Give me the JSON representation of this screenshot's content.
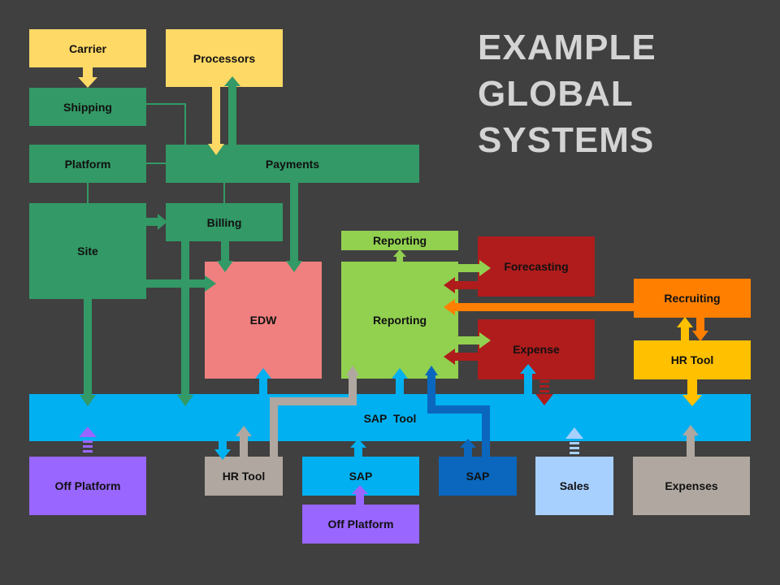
{
  "title": [
    "EXAMPLE",
    "GLOBAL",
    "SYSTEMS"
  ],
  "boxes": {
    "carrier": "Carrier",
    "processors": "Processors",
    "shipping": "Shipping",
    "platform": "Platform",
    "payments": "Payments",
    "site": "Site",
    "billing": "Billing",
    "edw": "EDW",
    "reporting_top": "Reporting",
    "reporting_main": "Reporting",
    "forecasting": "Forecasting",
    "expense": "Expense",
    "recruiting": "Recruiting",
    "hr_tool_right": "HR Tool",
    "sap_tool": "SAP  Tool",
    "off_platform_left": "Off Platform",
    "hr_tool_bottom": "HR Tool",
    "sap_light": "SAP",
    "off_platform_bottom": "Off Platform",
    "sap_dark": "SAP",
    "sales": "Sales",
    "expenses": "Expenses"
  },
  "colors": {
    "background": "#404040",
    "yellow": "#ffd966",
    "green": "#339966",
    "pink": "#f08080",
    "light_green": "#92d050",
    "dark_red": "#b01c1c",
    "orange": "#ff7f00",
    "gold": "#ffc000",
    "cyan": "#00b0f0",
    "purple": "#9966ff",
    "gray": "#b0a8a0",
    "sap_blue": "#0070c0",
    "pale_blue": "#a8d0ff",
    "title": "#d4d4d4"
  }
}
